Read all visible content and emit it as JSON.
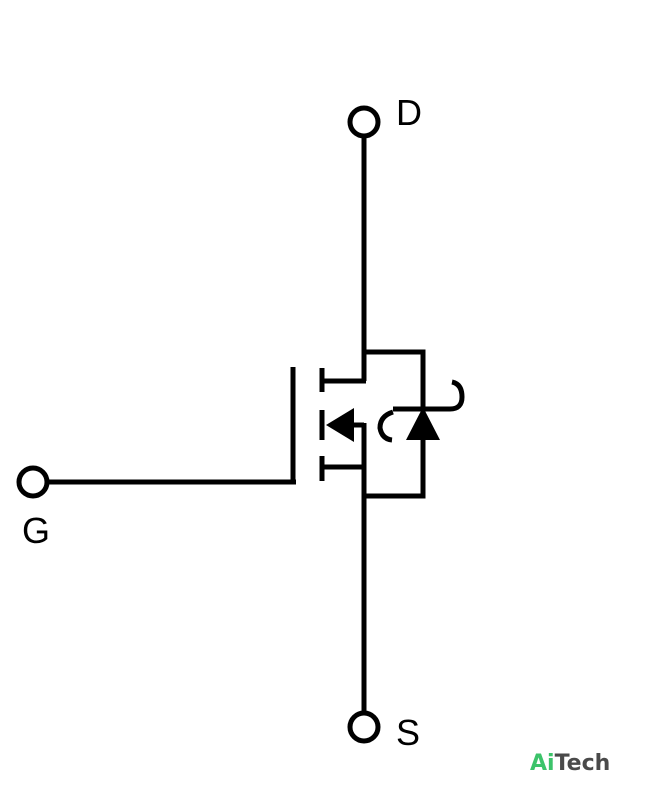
{
  "terminals": {
    "drain": "D",
    "gate": "G",
    "source": "S"
  },
  "watermark": {
    "prefix": "Ai",
    "suffix": "Tech",
    "prefix_color": "#3cc36a",
    "suffix_color": "#4a4a4a"
  },
  "colors": {
    "stroke": "#000000",
    "background": "#ffffff"
  }
}
